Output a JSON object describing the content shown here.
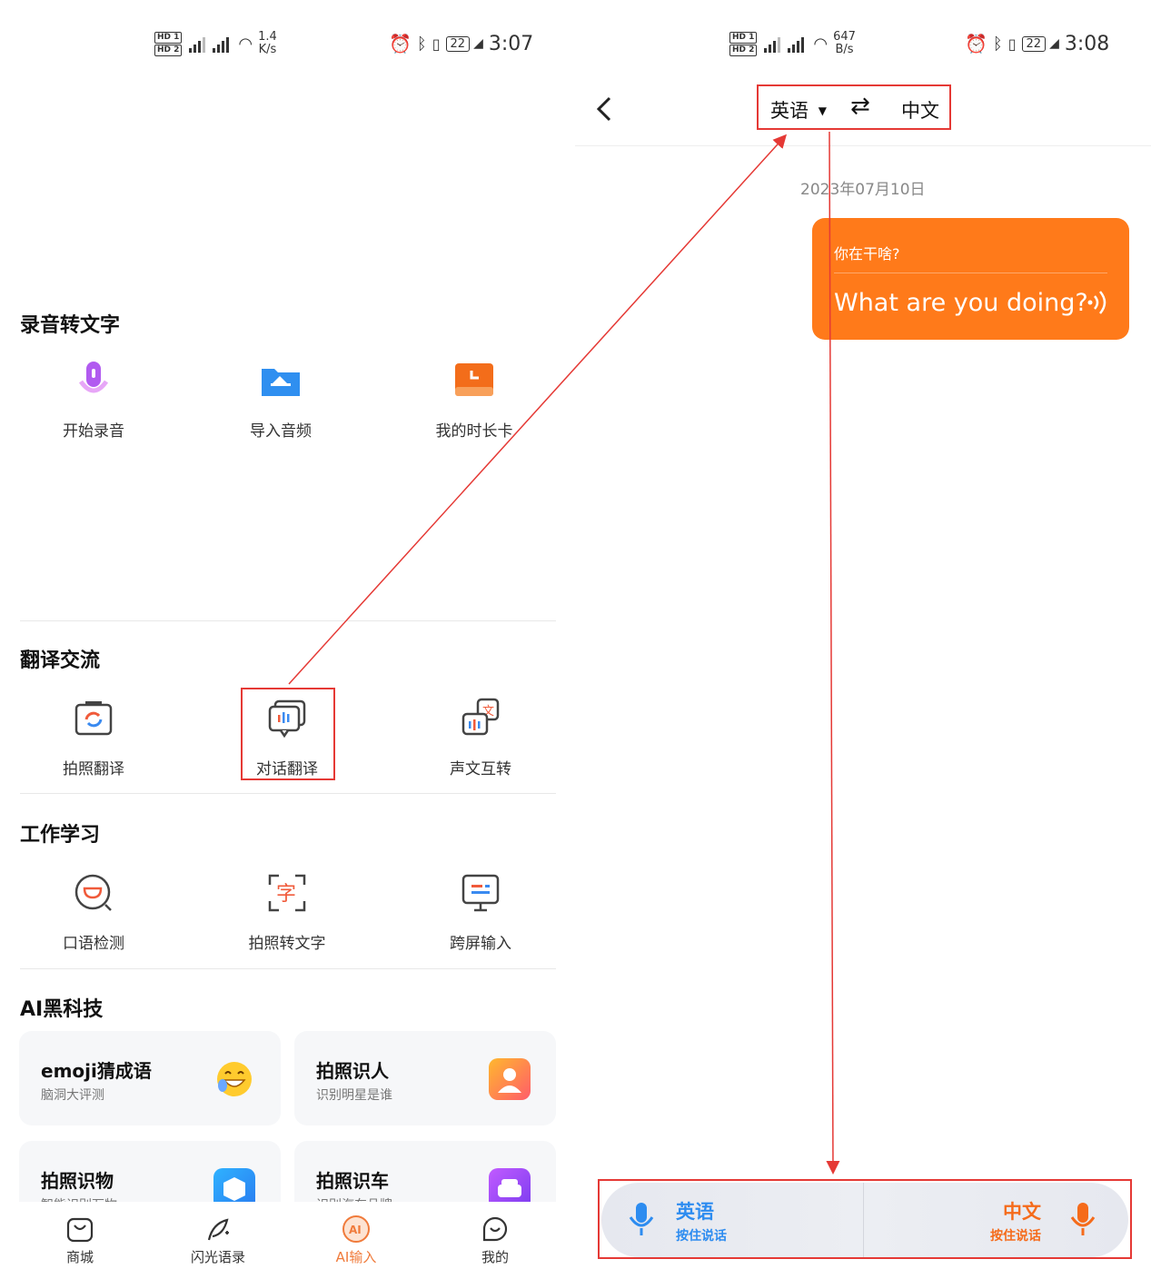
{
  "left": {
    "status": {
      "net_speed_value": "1.4",
      "net_speed_unit": "K/s",
      "battery": "22",
      "time": "3:07"
    },
    "sections": [
      {
        "title": "录音转文字",
        "items": [
          "开始录音",
          "导入音频",
          "我的时长卡"
        ]
      },
      {
        "title": "翻译交流",
        "items": [
          "拍照翻译",
          "对话翻译",
          "声文互转"
        ]
      },
      {
        "title": "工作学习",
        "items": [
          "口语检测",
          "拍照转文字",
          "跨屏输入"
        ]
      },
      {
        "title": "AI黑科技"
      }
    ],
    "cards": [
      {
        "title": "emoji猜成语",
        "subtitle": "脑洞大评测"
      },
      {
        "title": "拍照识人",
        "subtitle": "识别明星是谁"
      },
      {
        "title": "拍照识物",
        "subtitle": "智能识别万物"
      },
      {
        "title": "拍照识车",
        "subtitle": "识别汽车品牌"
      }
    ],
    "tabs": [
      "商城",
      "闪光语录",
      "AI输入",
      "我的"
    ],
    "colors": {
      "active_tab": "#f07a3a"
    }
  },
  "right": {
    "status": {
      "net_speed_value": "647",
      "net_speed_unit": "B/s",
      "battery": "22",
      "time": "3:08"
    },
    "header": {
      "source_lang": "英语",
      "target_lang": "中文",
      "swap_symbol": "⇄"
    },
    "date": "2023年07月10日",
    "message": {
      "source_text": "你在干啥?",
      "translated_text": "What are you doing?"
    },
    "voice": {
      "left": {
        "lang": "英语",
        "hint": "按住说话"
      },
      "right": {
        "lang": "中文",
        "hint": "按住说话"
      }
    },
    "colors": {
      "bubble": "#ff7a1a",
      "blue": "#2d8cf0",
      "orange": "#f56b1b"
    }
  }
}
